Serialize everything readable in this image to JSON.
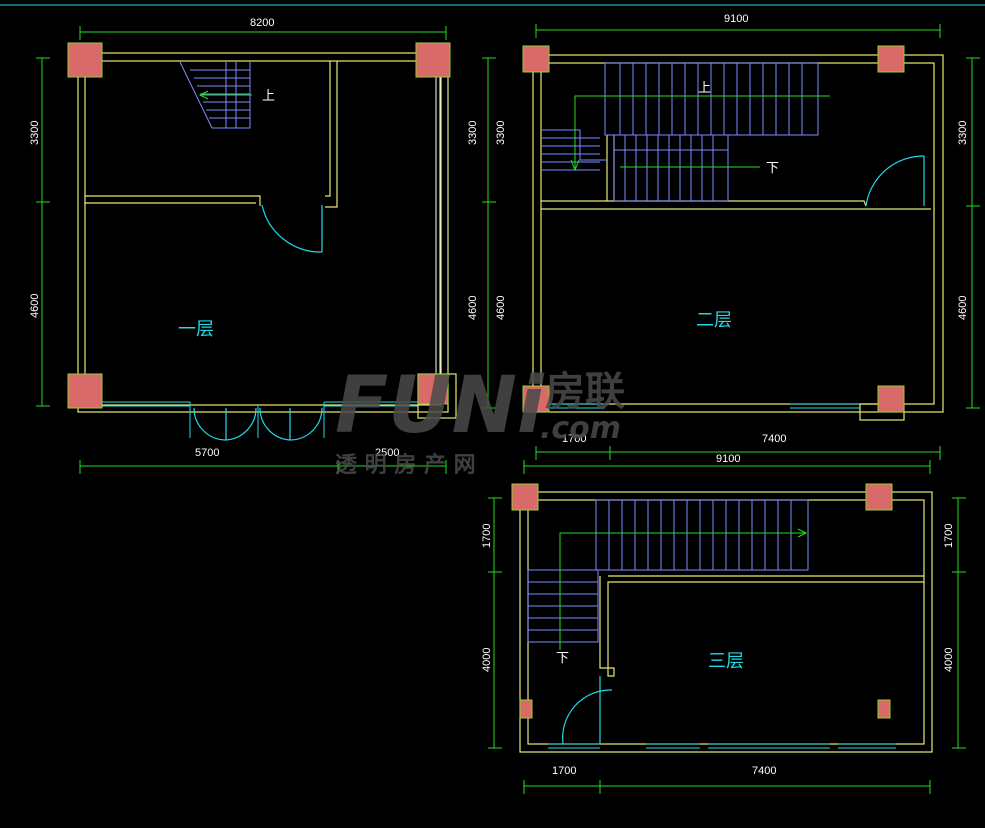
{
  "plans": {
    "first": {
      "name": "一层",
      "stair_note": "上",
      "dim_top": "8200",
      "dim_left_top": "3300",
      "dim_left_bottom": "4600",
      "dim_bottom_left": "5700",
      "dim_bottom_right": "2500"
    },
    "second": {
      "name": "二层",
      "stair_up": "上",
      "stair_down": "下",
      "dim_top": "9100",
      "dim_left_top": "3300",
      "dim_left_bottom": "4600",
      "dim_right_top": "3300",
      "dim_right_bottom": "4600",
      "dim_bottom_left": "1700",
      "dim_bottom_right": "7400"
    },
    "third": {
      "name": "三层",
      "stair_down": "下",
      "dim_top": "9100",
      "dim_left_top": "1700",
      "dim_left_bottom": "4000",
      "dim_right_top": "1700",
      "dim_right_bottom": "4000",
      "dim_bottom_left": "1700",
      "dim_bottom_right": "7400"
    }
  },
  "watermark": {
    "logo": "FUNi",
    "logo_cn": "房联",
    "sub": ".com",
    "tagline": "透 明 房 产 网"
  },
  "colors": {
    "wall": "#e8e870",
    "dimension": "#22dd22",
    "stair": "#7a8cff",
    "door_window": "#22d8e8",
    "column": "#d96a6a"
  }
}
